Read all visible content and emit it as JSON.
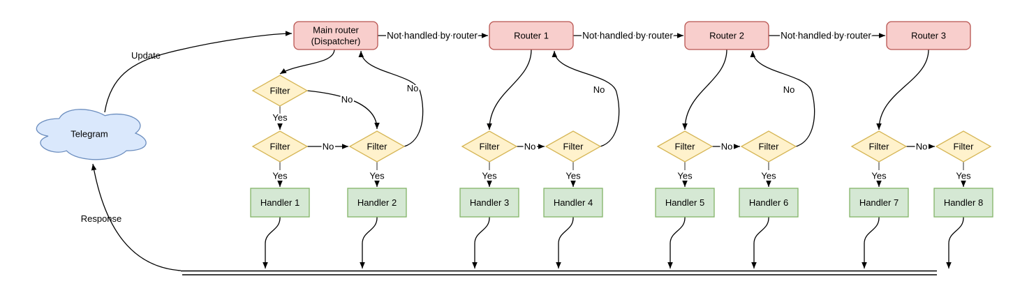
{
  "cloud": {
    "label": "Telegram"
  },
  "nodes": {
    "dispatcher": {
      "line1": "Main router",
      "line2": "(Dispatcher)"
    },
    "routers": [
      "Router 1",
      "Router 2",
      "Router 3"
    ],
    "filter_label": "Filter",
    "handlers": [
      "Handler 1",
      "Handler 2",
      "Handler 3",
      "Handler 4",
      "Handler 5",
      "Handler 6",
      "Handler 7",
      "Handler 8"
    ]
  },
  "edges": {
    "update_label": "Update",
    "response_label": "Response",
    "not_handled_label": "Not handled by router",
    "yes_label": "Yes",
    "no_label": "No"
  },
  "colors": {
    "router_fill": "#f8cecc",
    "router_stroke": "#b85450",
    "filter_fill": "#fff2cc",
    "filter_stroke": "#d6b656",
    "handler_fill": "#d5e8d4",
    "handler_stroke": "#82b366",
    "cloud_fill": "#dae8fc",
    "cloud_stroke": "#6c8ebf",
    "edge": "#000000"
  }
}
